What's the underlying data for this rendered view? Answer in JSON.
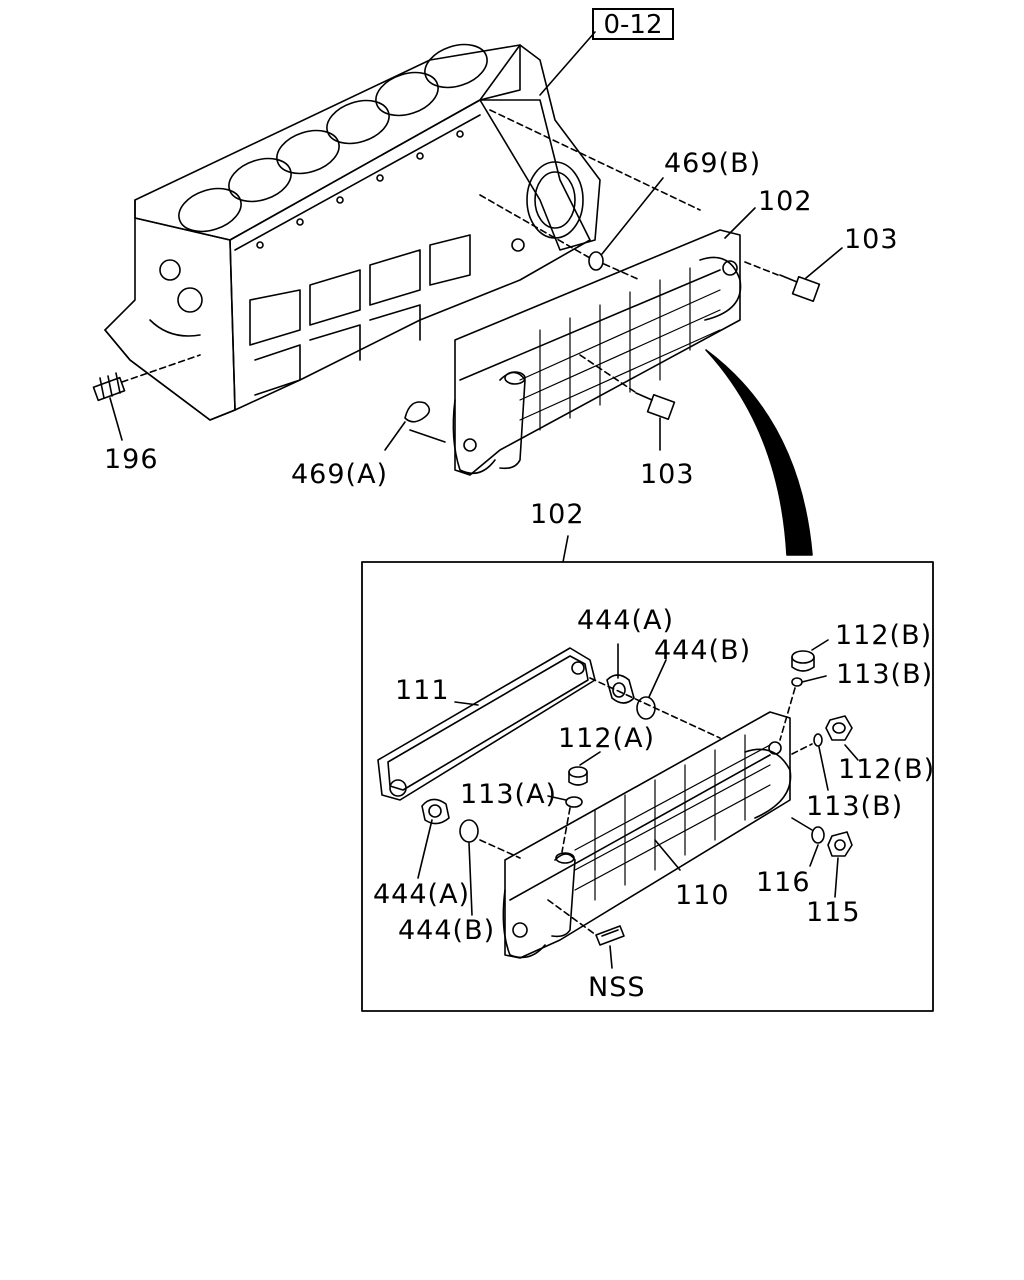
{
  "reference_box": "0-12",
  "labels": {
    "p469b_top": "469(B)",
    "p102_top": "102",
    "p103_right": "103",
    "p196": "196",
    "p469a": "469(A)",
    "p103_bottom": "103",
    "p102_detail": "102",
    "p444a_top": "444(A)",
    "p444b_top": "444(B)",
    "p112b_top": "112(B)",
    "p113b_top": "113(B)",
    "p111": "111",
    "p112a": "112(A)",
    "p113a": "113(A)",
    "p112b_right": "112(B)",
    "p113b_right": "113(B)",
    "p444a_bottom": "444(A)",
    "p444b_bottom": "444(B)",
    "p110": "110",
    "p116": "116",
    "p115": "115",
    "nss": "NSS"
  }
}
